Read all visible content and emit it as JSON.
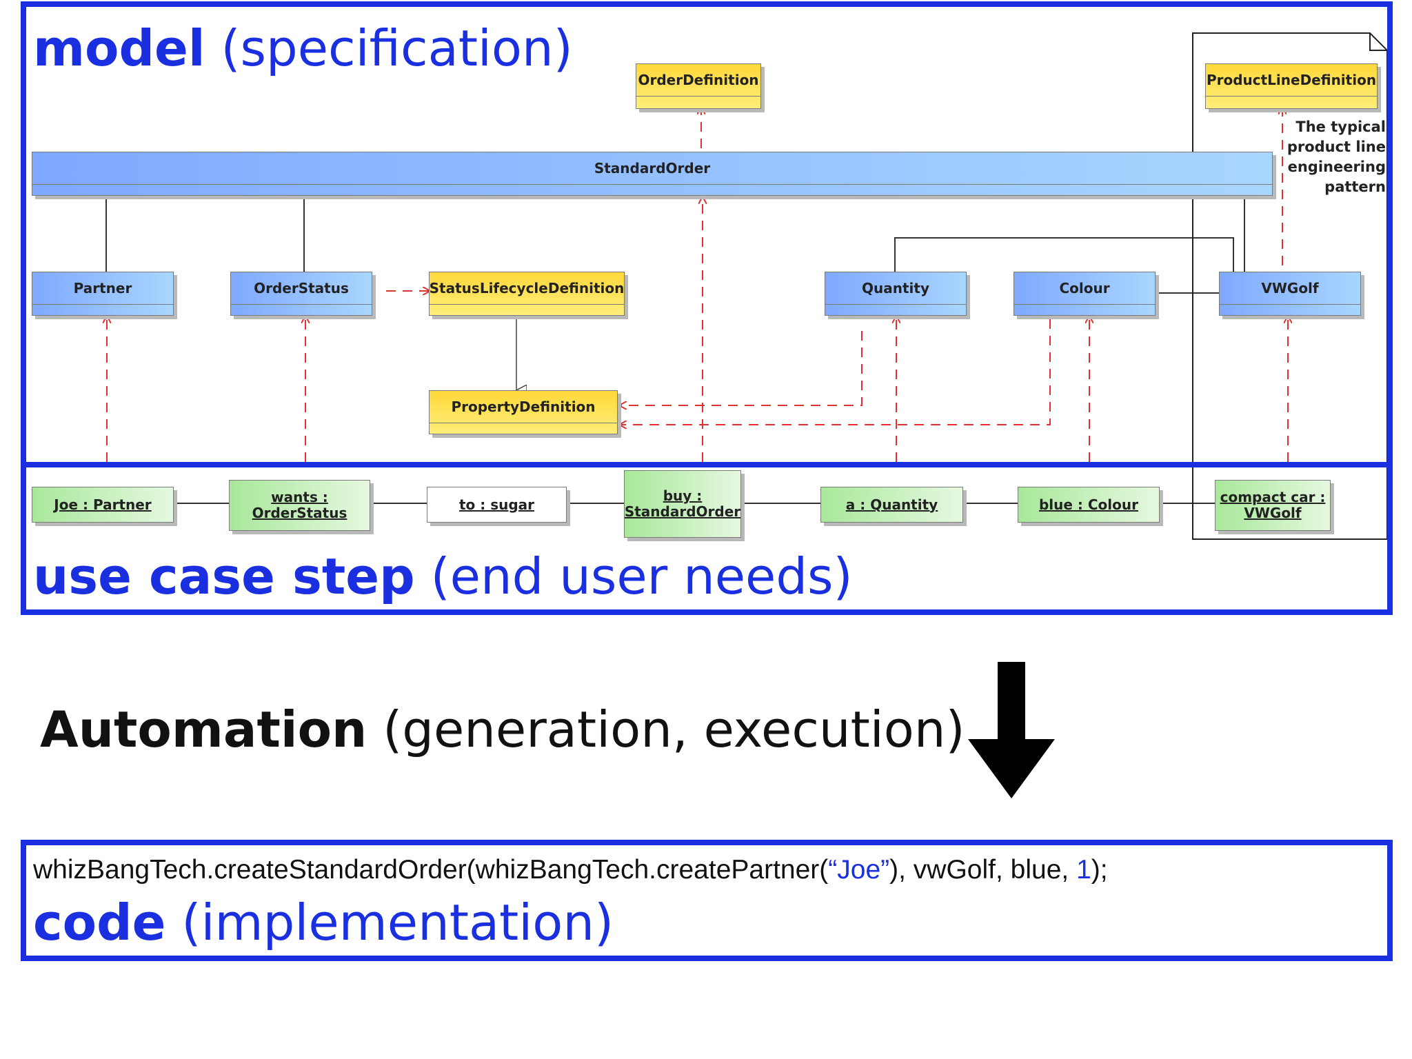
{
  "sections": {
    "model": {
      "bold": "model",
      "normal": "(specification)"
    },
    "use_case": {
      "bold": "use case step",
      "normal": "(end user needs)"
    },
    "automation": {
      "bold": "Automation",
      "normal": "(generation, execution)"
    },
    "code": {
      "bold": "code",
      "normal": "(implementation)"
    }
  },
  "classes": {
    "order_definition": "OrderDefinition",
    "product_line_definition": "ProductLineDefinition",
    "standard_order": "StandardOrder",
    "partner": "Partner",
    "order_status": "OrderStatus",
    "status_lifecycle_definition": "StatusLifecycleDefinition",
    "property_definition": "PropertyDefinition",
    "quantity": "Quantity",
    "colour": "Colour",
    "vwgolf": "VWGolf"
  },
  "note": {
    "line1": "The typical",
    "line2": "product line",
    "line3": "engineering",
    "line4": "pattern"
  },
  "objects": {
    "joe": "Joe : Partner",
    "wants_1": "wants :",
    "wants_2": "OrderStatus",
    "to_sugar": "to : sugar",
    "buy_1": "buy :",
    "buy_2": "StandardOrder",
    "a_quantity": "a : Quantity",
    "blue_colour": "blue : Colour",
    "compact_1": "compact car :",
    "compact_2": "VWGolf"
  },
  "code": {
    "part1": "whizBangTech.createStandardOrder(whizBangTech.createPartner(",
    "string": "“Joe”",
    "part2": "), vwGolf, blue, ",
    "number": "1",
    "part3": ");"
  },
  "colors": {
    "frame_blue": "#1a2fe0",
    "dependency_red": "#e03030",
    "class_blue": "#8fb8ff",
    "class_yellow": "#ffe04a",
    "object_green": "#b8eaa8"
  },
  "icons": {
    "arrow": "down-arrow-icon"
  }
}
